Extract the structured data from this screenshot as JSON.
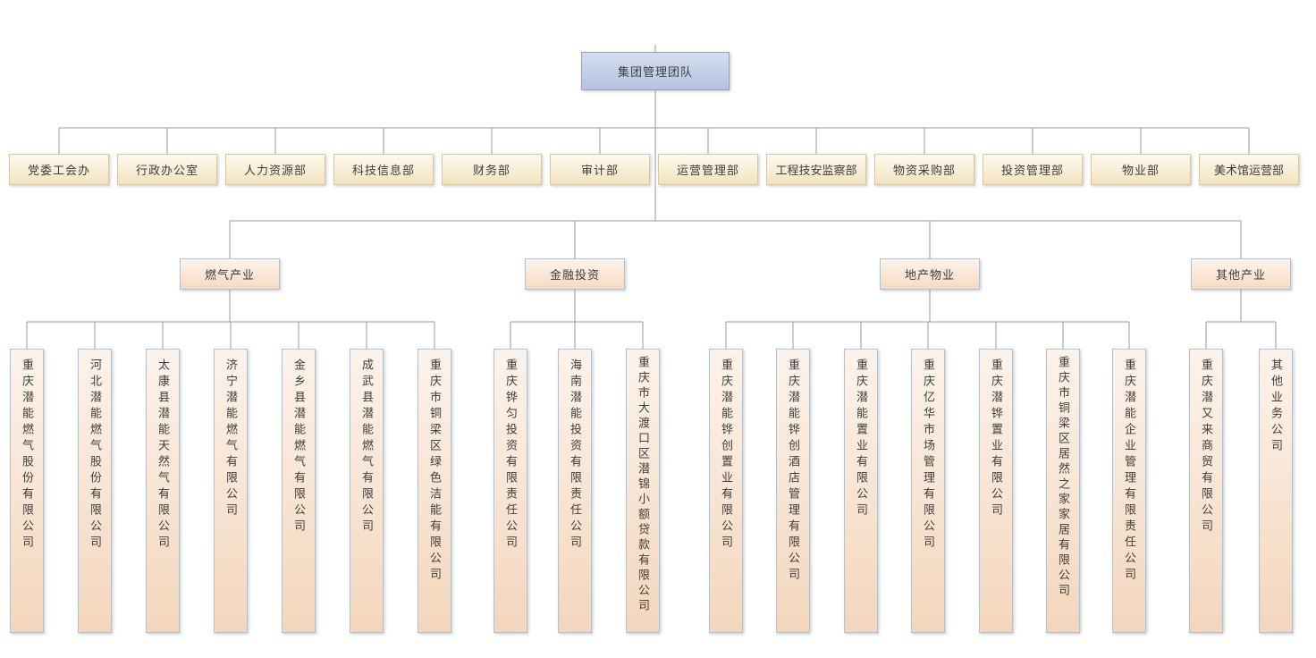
{
  "root": {
    "label": "集团管理团队"
  },
  "departments": [
    {
      "label": "党委工会办"
    },
    {
      "label": "行政办公室"
    },
    {
      "label": "人力资源部"
    },
    {
      "label": "科技信息部"
    },
    {
      "label": "财务部"
    },
    {
      "label": "审计部"
    },
    {
      "label": "运营管理部"
    },
    {
      "label": "工程技安监察部"
    },
    {
      "label": "物资采购部"
    },
    {
      "label": "投资管理部"
    },
    {
      "label": "物业部"
    },
    {
      "label": "美术馆运营部"
    }
  ],
  "categories": [
    {
      "label": "燃气产业",
      "companies": [
        "重庆潜能燃气股份有限公司",
        "河北潜能燃气股份有限公司",
        "太康县潜能天然气有限公司",
        "济宁潜能燃气有限公司",
        "金乡县潜能燃气有限公司",
        "成武县潜能燃气有限公司",
        "重庆市铜梁区绿色洁能有限公司"
      ]
    },
    {
      "label": "金融投资",
      "companies": [
        "重庆铧匀投资有限责任公司",
        "海南潜能投资有限责任公司",
        "重庆市大渡口区潜锦小额贷款有限公司"
      ]
    },
    {
      "label": "地产物业",
      "companies": [
        "重庆潜能铧创置业有限公司",
        "重庆潜能铧创酒店管理有限公司",
        "重庆潜能置业有限公司",
        "重庆亿华市场管理有限公司",
        "重庆潜铧置业有限公司",
        "重庆市铜梁区居然之家家居有限公司",
        "重庆潜能企业管理有限责任公司"
      ]
    },
    {
      "label": "其他产业",
      "companies": [
        "重庆潜又来商贸有限公司",
        "其他业务公司"
      ]
    }
  ],
  "colors": {
    "root_fill_top": "#d4ddee",
    "root_fill_bottom": "#b5c4e0",
    "root_border": "#90a3c6",
    "dept_fill_top": "#fefaf0",
    "dept_fill_bottom": "#f3e2bd",
    "dept_border": "#d9c89b",
    "category_fill_top": "#fdf4ec",
    "category_fill_bottom": "#f6dac2",
    "category_border": "#a9c3da",
    "leaf_fill_top": "#fdf3eb",
    "leaf_fill_bottom": "#f3d6bc",
    "leaf_border": "#a9c3da",
    "connector": "#999999"
  }
}
